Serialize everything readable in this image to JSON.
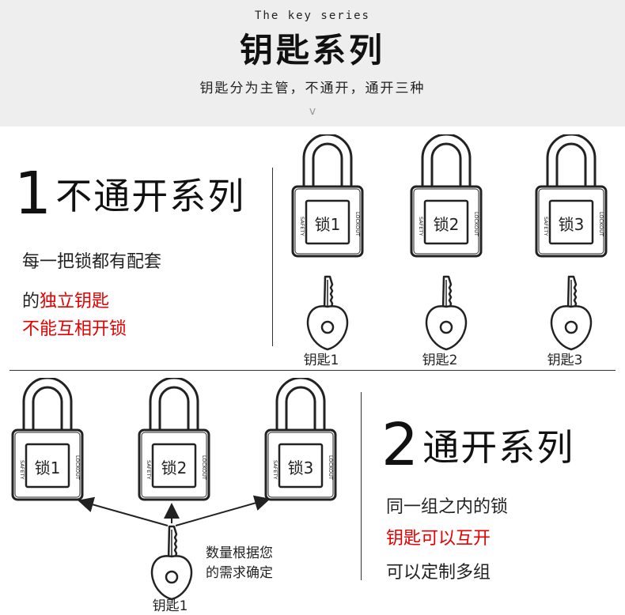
{
  "header": {
    "subtitle_en": "The key series",
    "title": "钥匙系列",
    "description": "钥匙分为主管，不通开，通开三种",
    "chevron": "v"
  },
  "section1": {
    "number": "1",
    "title": "不通开系列",
    "line1": "每一把锁都有配套",
    "line2_prefix": "的",
    "line2_highlight": "独立钥匙",
    "line3": "不能互相开锁",
    "locks": [
      "锁1",
      "锁2",
      "锁3"
    ],
    "keys": [
      "钥匙1",
      "钥匙2",
      "钥匙3"
    ]
  },
  "section2": {
    "number": "2",
    "title": "通开系列",
    "line1": "同一组之内的锁",
    "line2": "钥匙可以互开",
    "line3": "可以定制多组",
    "locks": [
      "锁1",
      "锁2",
      "锁3"
    ],
    "key": "钥匙1",
    "note_line1": "数量根据您",
    "note_line2": "的需求确定"
  },
  "lock_side_text": {
    "left": "SAFETY",
    "right": "LOCKOUT"
  },
  "colors": {
    "header_bg": "#eeeeee",
    "highlight_red": "#e60000",
    "ink": "#222222"
  }
}
